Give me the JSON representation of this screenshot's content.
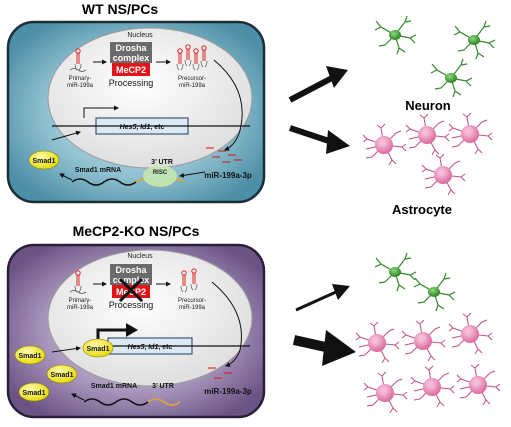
{
  "wt": {
    "title": "WT NS/PCs",
    "nucleus": "Nucleus",
    "primary": [
      "Primary-",
      "miR-199a"
    ],
    "drosha": [
      "Drosha",
      "complex"
    ],
    "mecp2": "MeCP2",
    "processing": "Processing",
    "precursor": [
      "Precursor-",
      "miR-199a"
    ],
    "genes": [
      "Hes5",
      ", ",
      "Id1",
      ", etc"
    ],
    "smad1": "Smad1",
    "smad1_mrna": "Smad1 mRNA",
    "utr": "3’ UTR",
    "risc": "RISC",
    "mir3p": "miR-199a-3p"
  },
  "ko": {
    "title": "MeCP2-KO NS/PCs",
    "nucleus": "Nucleus",
    "primary": [
      "Primary-",
      "miR-199a"
    ],
    "drosha": [
      "Drosha",
      "complex"
    ],
    "mecp2": "MeCP2",
    "processing": "Processing",
    "precursor": [
      "Precursor-",
      "miR-199a"
    ],
    "genes": [
      "Hes5",
      ", ",
      "Id1",
      ", etc"
    ],
    "smad1": "Smad1",
    "smad1_mrna": "Smad1 mRNA",
    "utr": "3’ UTR",
    "mir3p": "miR-199a-3p"
  },
  "outcomes": {
    "neuron": "Neuron",
    "astrocyte": "Astrocyte"
  },
  "colors": {
    "wt_cell": "#7cb3c4",
    "ko_cell": "#8b73a2",
    "nucleus": "#ececec",
    "drosha": "#6b6b6b",
    "mecp2": "#e5141b",
    "smad1": "#f4ec1c",
    "neuron": "#2f9a27",
    "astrocyte": "#e57fae",
    "risc": "#c8eab0"
  }
}
